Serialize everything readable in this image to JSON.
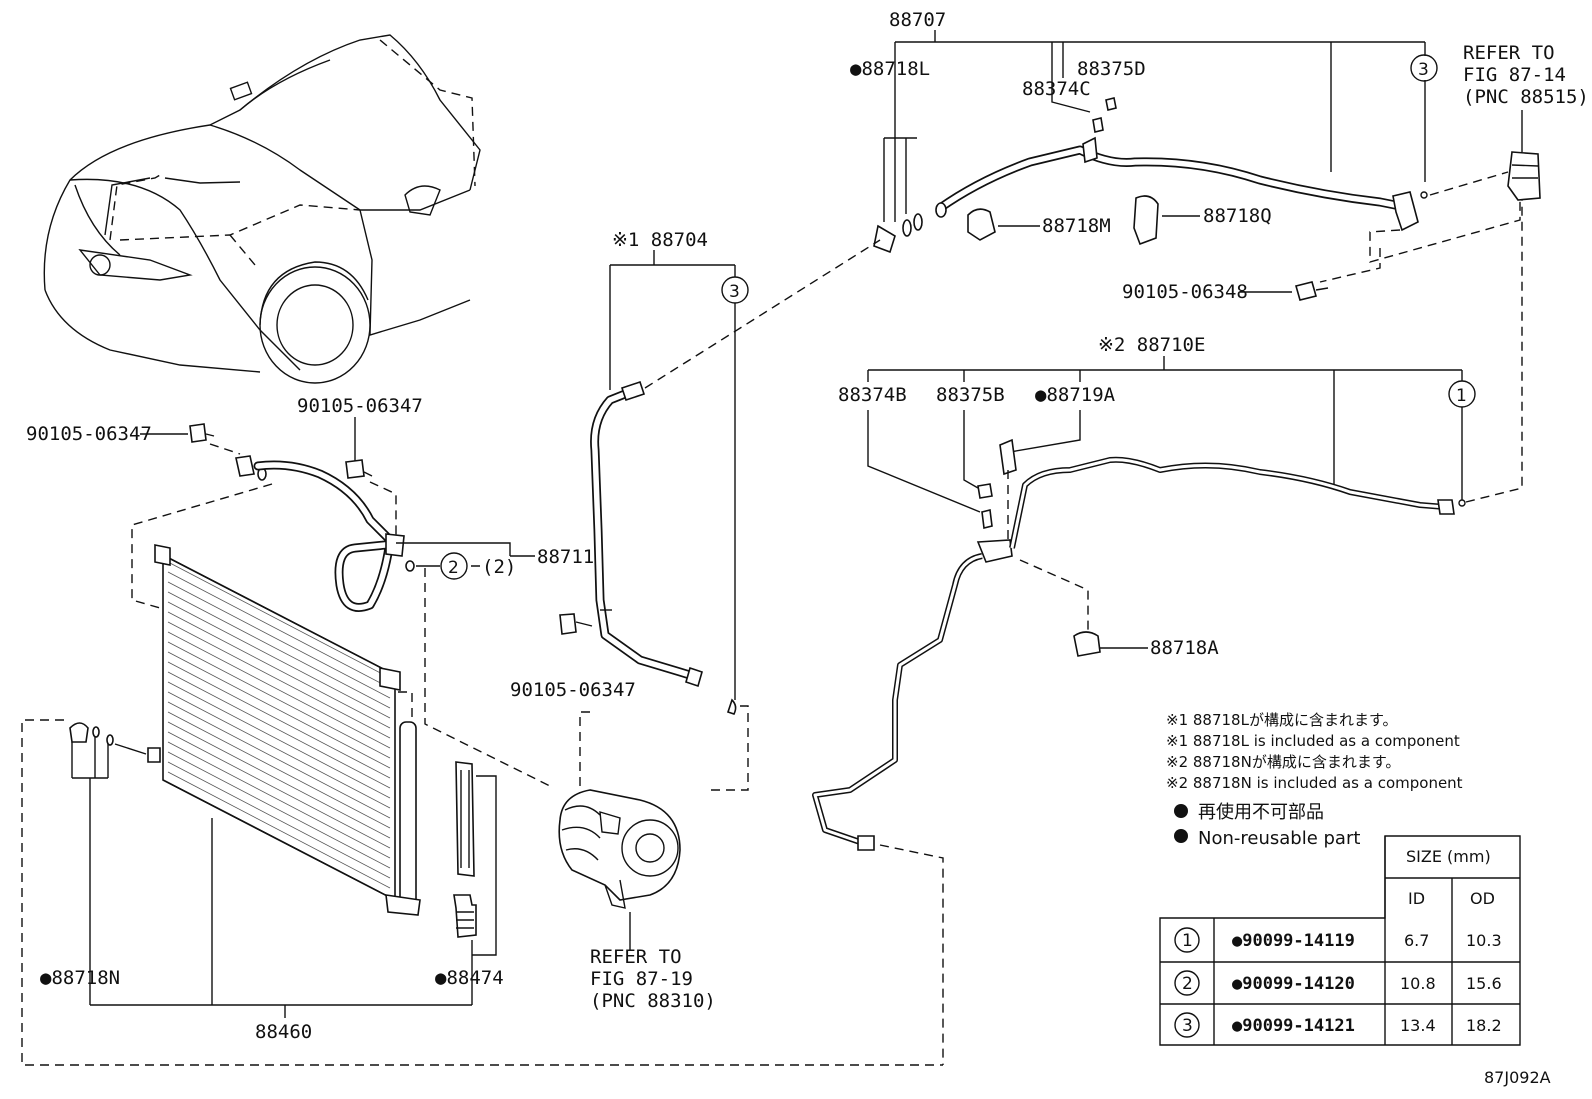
{
  "labels": {
    "assy_88707": "88707",
    "p_88718L": "●88718L",
    "p_88375D": "88375D",
    "p_88374C": "88374C",
    "refer_fig8714_1": "REFER TO",
    "refer_fig8714_2": "FIG 87-14",
    "refer_fig8714_3": "(PNC 88515)",
    "p_88718M": "88718M",
    "p_88718Q": "88718Q",
    "bolt_06348": "90105-06348",
    "assy_88704": "※1 88704",
    "assy_88710E": "※2 88710E",
    "p_88374B": "88374B",
    "p_88375B": "88375B",
    "p_88719A": "●88719A",
    "p_88718A": "88718A",
    "bolt_06347_a": "90105-06347",
    "bolt_06347_b": "90105-06347",
    "bolt_06347_c": "90105-06347",
    "p_88711": "88711",
    "paren_2": "(2)",
    "p_88718N": "●88718N",
    "p_88474": "●88474",
    "assy_88460": "88460",
    "refer_fig8719_1": "REFER TO",
    "refer_fig8719_2": "FIG 87-19",
    "refer_fig8719_3": "(PNC 88310)",
    "figure_code": "87J092A"
  },
  "notes": [
    "※1 88718Lが構成に含まれます。",
    "※1 88718L is included as a component",
    "※2 88718Nが構成に含まれます。",
    "※2 88718N is included as a component"
  ],
  "legend": {
    "jp": "再使用不可部品",
    "en": "Non-reusable part"
  },
  "circled": {
    "one": "1",
    "two": "2",
    "three": "3"
  },
  "size_table": {
    "header": "SIZE (mm)",
    "col_id": "ID",
    "col_od": "OD",
    "rows": [
      {
        "mark": "1",
        "part": "●90099-14119",
        "id": "6.7",
        "od": "10.3"
      },
      {
        "mark": "2",
        "part": "●90099-14120",
        "id": "10.8",
        "od": "15.6"
      },
      {
        "mark": "3",
        "part": "●90099-14121",
        "id": "13.4",
        "od": "18.2"
      }
    ]
  }
}
